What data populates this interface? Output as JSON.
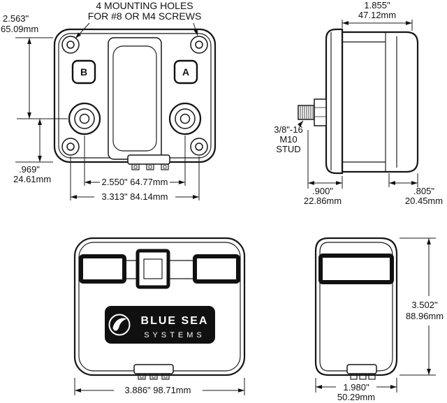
{
  "drawing": {
    "notes": {
      "mounting_holes_line1": "4 MOUNTING HOLES",
      "mounting_holes_line2": "FOR #8 OR M4 SCREWS",
      "stud_line1": "3/8\"-16",
      "stud_line2": "M10",
      "stud_line3": "STUD"
    },
    "front_view": {
      "button_b": "B",
      "button_a": "A",
      "dim_top_to_stud_in": "2.563\"",
      "dim_top_to_stud_mm": "65.09mm",
      "dim_stud_to_bottom_in": ".969\"",
      "dim_stud_to_bottom_mm": "24.61mm",
      "dim_stud_spacing": "2.550\" 64.77mm",
      "dim_hole_spacing": "3.313\" 84.14mm"
    },
    "side_view": {
      "dim_depth_in": "1.855\"",
      "dim_depth_mm": "47.12mm",
      "dim_front_in": ".900\"",
      "dim_front_mm": "22.86mm",
      "dim_rear_in": ".805\"",
      "dim_rear_mm": "20.45mm"
    },
    "housing_front_view": {
      "logo_line1": "BLUE SEA",
      "logo_line2": "SYSTEMS",
      "dim_width": "3.886\" 98.71mm"
    },
    "housing_side_view": {
      "dim_height_in": "3.502\"",
      "dim_height_mm": "88.96mm",
      "dim_depth_in": "1.980\"",
      "dim_depth_mm": "50.29mm"
    }
  }
}
